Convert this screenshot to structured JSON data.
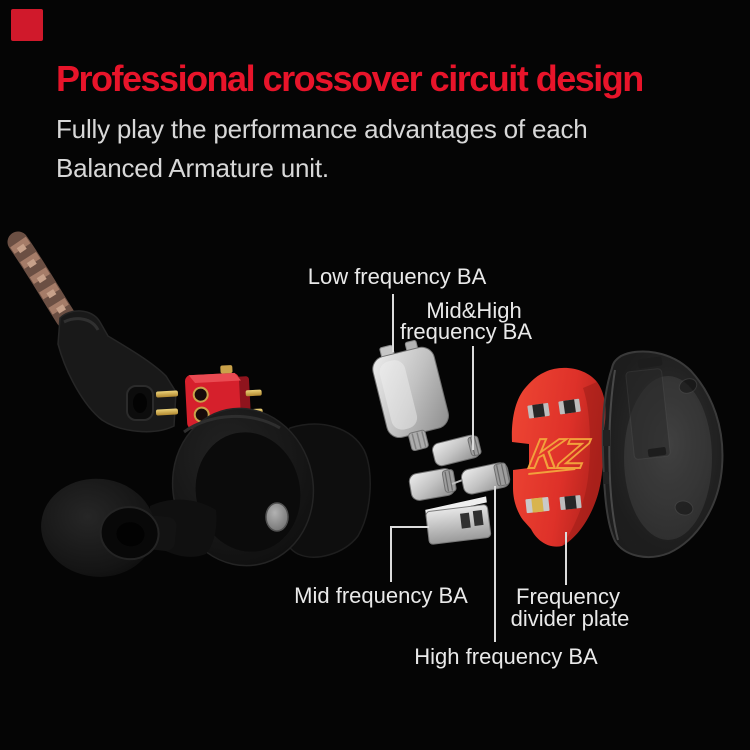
{
  "page": {
    "background_color": "#050505"
  },
  "corner_badge": {
    "color": "#d0192b"
  },
  "header": {
    "title": "Professional crossover circuit design",
    "title_color": "#e8142a",
    "subtitle_line1": "Fully play the performance advantages of each",
    "subtitle_line2": "Balanced Armature unit.",
    "subtitle_color": "#d8d8d8"
  },
  "diagram": {
    "callouts": {
      "low": {
        "label": "Low frequency BA"
      },
      "mid_high": {
        "label_line1": "Mid&High",
        "label_line2": "frequency BA"
      },
      "mid": {
        "label": "Mid frequency BA"
      },
      "high": {
        "label": "High frequency BA"
      },
      "divider": {
        "label_line1": "Frequency",
        "label_line2": "divider plate"
      }
    },
    "plate_logo_text": "KZ",
    "parts": [
      "braided-cable",
      "ear-hook-housing",
      "two-pin-gold-pins",
      "red-two-pin-socket",
      "ear-tip",
      "earphone-body",
      "low-frequency-ba-driver",
      "mid-high-frequency-ba-driver",
      "mid-frequency-ba-driver",
      "high-frequency-ba-driver",
      "crossover-divider-plate",
      "kz-logo",
      "smd-components",
      "transparent-shell"
    ],
    "colors": {
      "label_text": "#e9e9e9",
      "leader_line": "#dcdcdc",
      "plate_red": "#e2382c",
      "logo_gold": "#f2a03c",
      "driver_silver": "#c9c9c9",
      "pin_gold": "#d8b54a",
      "cable_copper": "#96705f",
      "body_black": "#141414"
    }
  }
}
